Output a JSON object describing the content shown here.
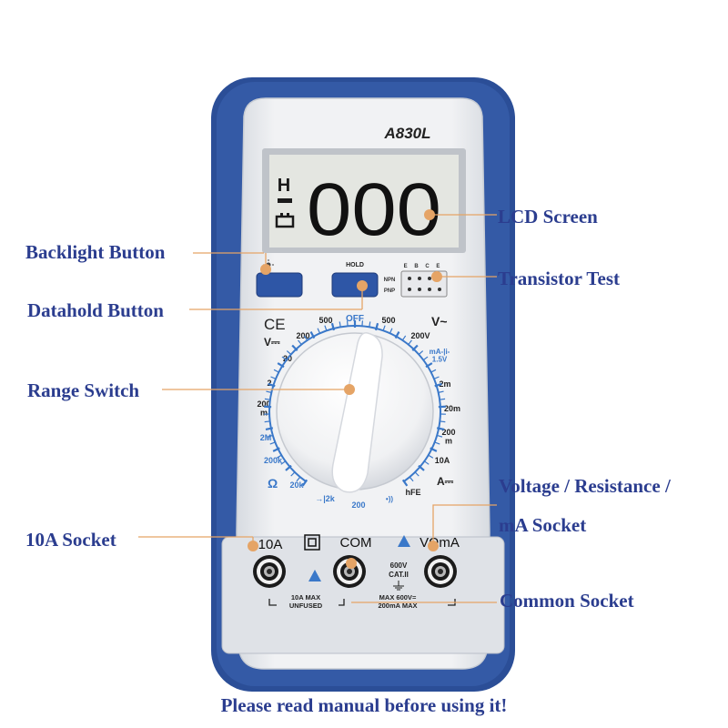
{
  "meter": {
    "model": "A830L",
    "display_digits": "000",
    "hold_indicator": "H",
    "battery_icon": "battery-icon",
    "backlight_icon": "sun-icon",
    "hold_label": "HOLD",
    "transistor": {
      "pins": "E B C E",
      "npn": "NPN",
      "pnp": "PNP"
    },
    "ce_mark": "CE",
    "dial_labels": {
      "off": "OFF",
      "dcv": "V⎓",
      "acv": "V~",
      "ohm": "Ω",
      "dca": "A⎓",
      "hfe": "hFE",
      "diode": "→|2k",
      "left_500": "500",
      "left_200": "200",
      "left_20": "20",
      "left_2": "2",
      "left_200m": "200\nm",
      "ohm_2M": "2M",
      "ohm_200k": "200k",
      "ohm_20k": "20k",
      "ohm_200": "200",
      "right_500": "500",
      "right_200V": "200V",
      "batt_test": "mA-|i-\n1.5V",
      "right_2m": "2m",
      "right_20m": "20m",
      "right_200m": "200\nm",
      "right_10A": "10A",
      "buzzer": "•))"
    },
    "sockets": {
      "tenA": "10A",
      "com": "COM",
      "vohm": "VΩmA",
      "tenA_note_1": "10A MAX",
      "tenA_note_2": "UNFUSED",
      "cat_1": "600V",
      "cat_2": "CAT.II",
      "max_1": "MAX 600V=",
      "max_2": "200mA MAX"
    }
  },
  "callouts": {
    "lcd": "LCD Screen",
    "backlight": "Backlight Button",
    "transistor": "Transistor Test",
    "datahold": "Datahold Button",
    "range": "Range Switch",
    "voltage_1": "Voltage / Resistance /",
    "voltage_2": "mA Socket",
    "tenA": "10A Socket",
    "common": "Common Socket"
  },
  "footer": "Please read manual before using it!",
  "colors": {
    "blue": "#2b4e97",
    "blue_dark": "#1d3a78",
    "callout_text": "#2b3d8f",
    "leader": "#e5a466",
    "lcd_bg": "#e4e6e1"
  }
}
